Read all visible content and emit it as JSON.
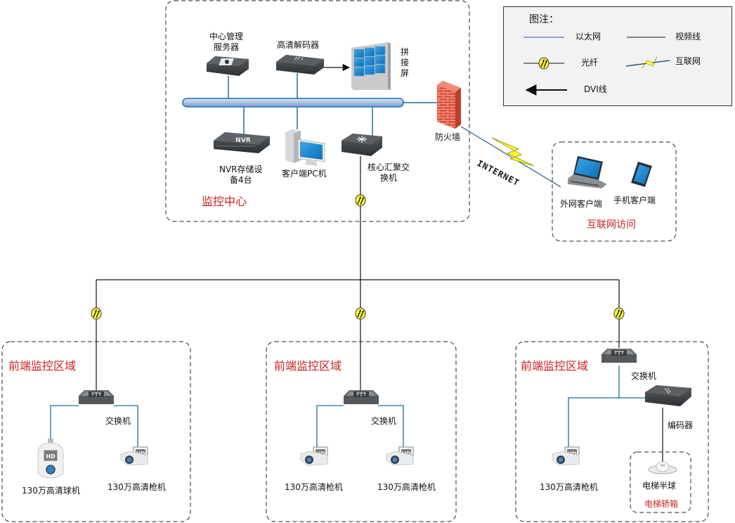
{
  "legend": {
    "title": "图注：",
    "items": [
      {
        "label": "以太网",
        "line": "ethernet",
        "color": "#3355aa"
      },
      {
        "label": "视频线",
        "line": "video",
        "color": "#111111"
      },
      {
        "label": "光纤",
        "line": "fiber",
        "color": "#111111"
      },
      {
        "label": "互联网",
        "line": "internet",
        "color": "#e6e600"
      },
      {
        "label": "DVI线",
        "line": "dvi-arrow",
        "color": "#111111"
      }
    ]
  },
  "control_center": {
    "title": "监控中心",
    "devices": {
      "server": "中心管理\n服务器",
      "decoder": "高清解码器",
      "video_wall": "拼\n接\n屏",
      "nvr": "NVR存储设\n备4台",
      "nvr_badge": "NVR",
      "pc": "客户端PC机",
      "core_switch": "核心汇聚交\n换机",
      "firewall": "防火墙"
    }
  },
  "internet_link": {
    "label": "INTERNET"
  },
  "internet_access": {
    "title": "互联网访问",
    "laptop": "外网客户端",
    "phone": "手机客户端"
  },
  "front_zones": [
    {
      "title": "前端监控区域",
      "switch": "交换机",
      "devices": [
        "130万高清球机",
        "130万高清枪机"
      ]
    },
    {
      "title": "前端监控区域",
      "switch": "交换机",
      "devices": [
        "130万高清枪机",
        "130万高清枪机"
      ]
    },
    {
      "title": "前端监控区域",
      "switch": "交换机",
      "encoder": "编码器",
      "devices": [
        "130万高清枪机",
        "电梯半球"
      ],
      "sub_zone": "电梯轿箱"
    }
  ],
  "colors": {
    "ethernet": "#1f6f94",
    "bus": "#a9c1e0",
    "bus_border": "#1f6fb4",
    "zone_title": "#cc1f1f",
    "fiber_fill": "#ffff33"
  }
}
